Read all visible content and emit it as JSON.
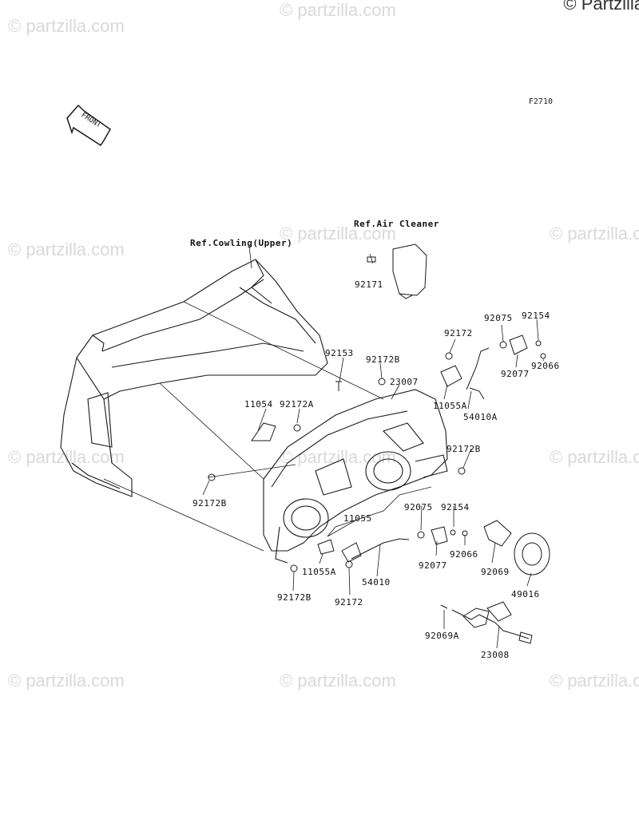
{
  "copyright": "© Partzilla",
  "watermark_text": "© partzilla.com",
  "figure_code": "F2710",
  "front_label": "FRONT",
  "references": {
    "air_cleaner": "Ref.Air Cleaner",
    "cowling": "Ref.Cowling(Upper)"
  },
  "parts": [
    "92171",
    "92075",
    "92154",
    "92172",
    "92077",
    "92066",
    "92153",
    "92172B",
    "23007",
    "11055A",
    "54010A",
    "11054",
    "92172A",
    "92172B",
    "92172B",
    "92075",
    "92154",
    "11055",
    "92066",
    "92077",
    "92069",
    "49016",
    "11055A",
    "54010",
    "92172B",
    "92172",
    "92069A",
    "23008"
  ],
  "colors": {
    "line": "#1a1a1a",
    "watermark": "#d9d9d9"
  }
}
